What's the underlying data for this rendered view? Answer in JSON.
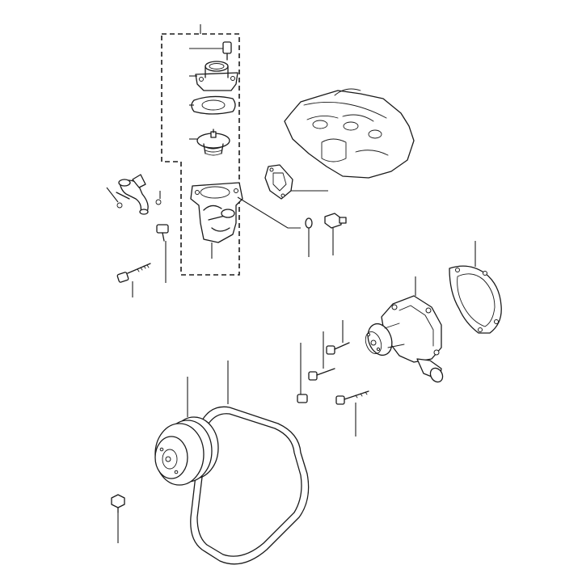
{
  "diagram": {
    "parts": [
      "thermostat-cover-bolt",
      "thermostat-cover",
      "thermostat-gasket",
      "thermostat",
      "thermostat-housing",
      "bypass-pipe",
      "o-ring",
      "housing-gasket",
      "housing-bolt",
      "long-bolt",
      "washer",
      "temperature-sender",
      "water-pump",
      "water-pump-gasket",
      "pump-bolt",
      "fan-pulley",
      "v-belt",
      "drain-plug",
      "cylinder-head"
    ],
    "colors": {
      "line": "#1a1a1a",
      "background": "#ffffff"
    }
  }
}
